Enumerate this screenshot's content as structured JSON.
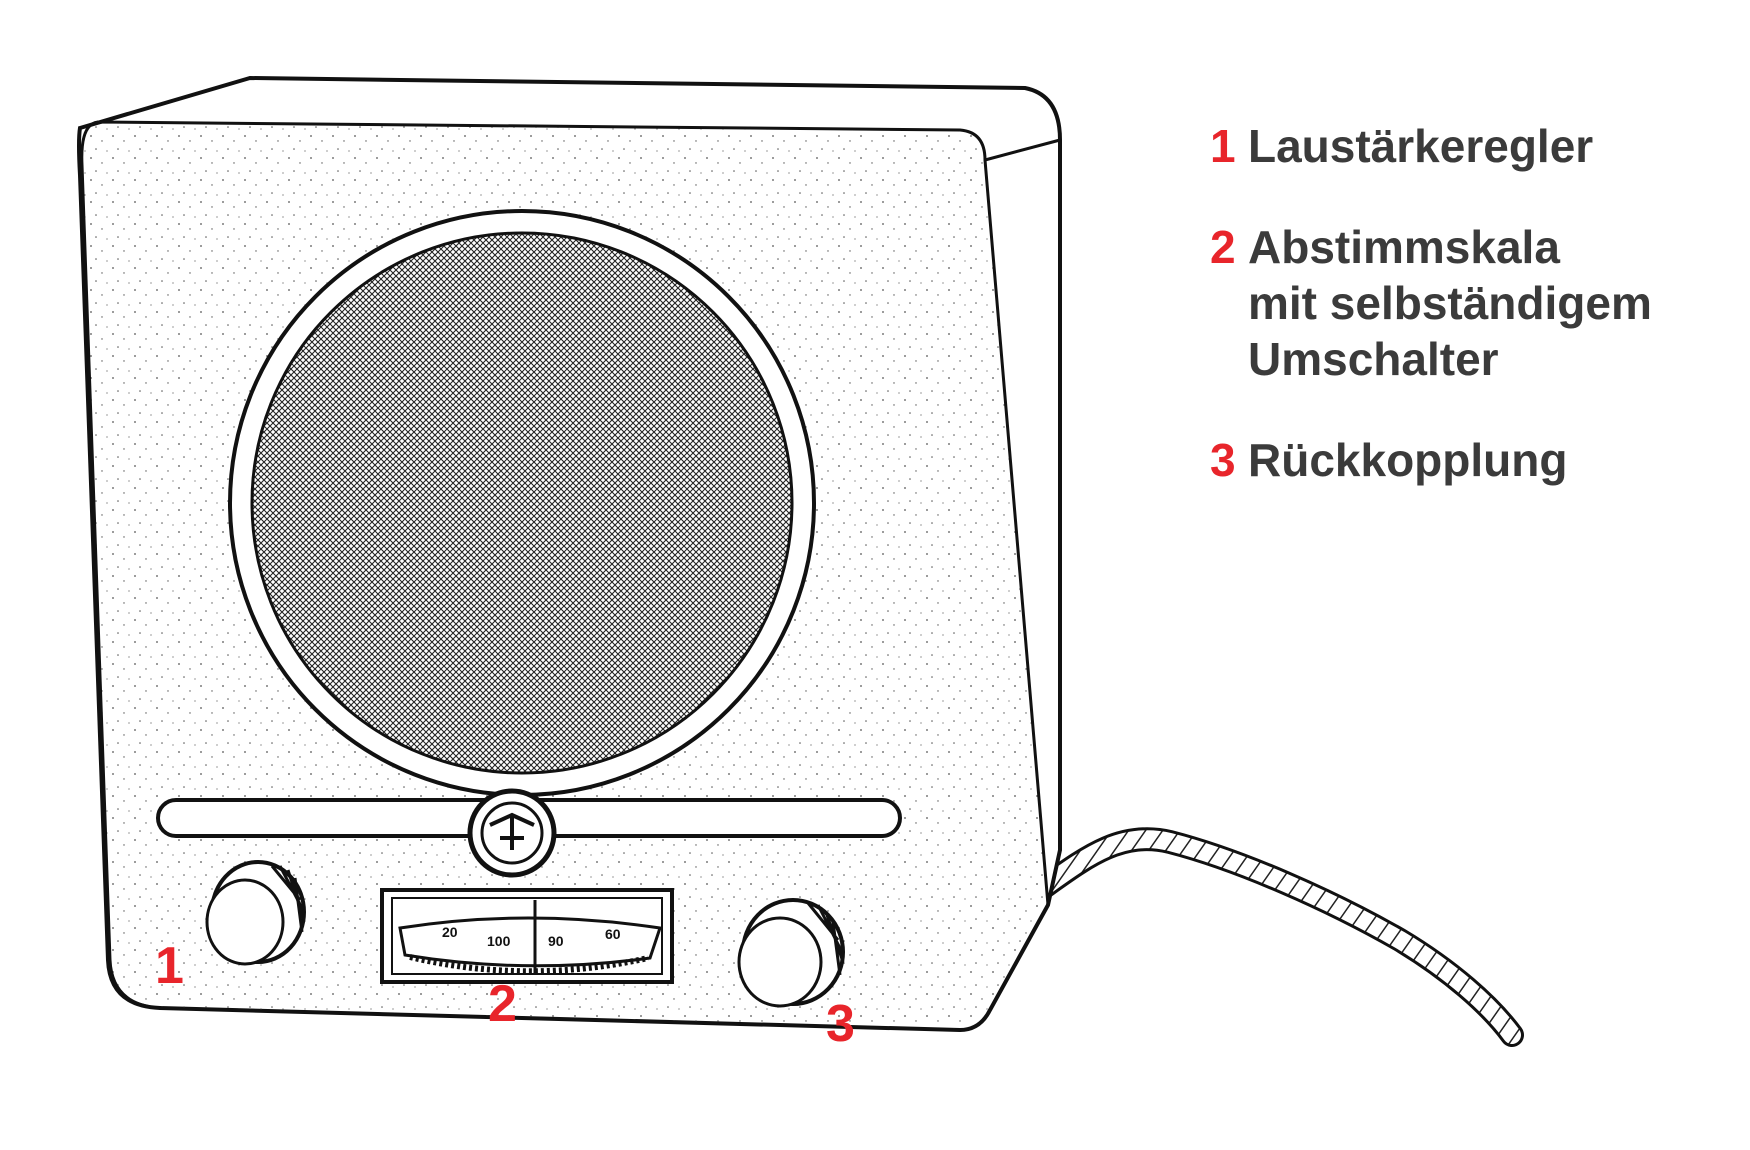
{
  "legend": [
    {
      "number": "1",
      "text": "Laustärkeregler"
    },
    {
      "number": "2",
      "text": "Abstimmskala\nmit selbständigem\nUmschalter"
    },
    {
      "number": "3",
      "text": "Rückkopplung"
    }
  ],
  "markers": {
    "m1": "1",
    "m2": "2",
    "m3": "3"
  },
  "dial": {
    "t1": "20",
    "t2": "100",
    "t3": "90",
    "t4": "60"
  },
  "colors": {
    "accent": "#e8252b",
    "text": "#3b3b3b",
    "line": "#111111"
  }
}
